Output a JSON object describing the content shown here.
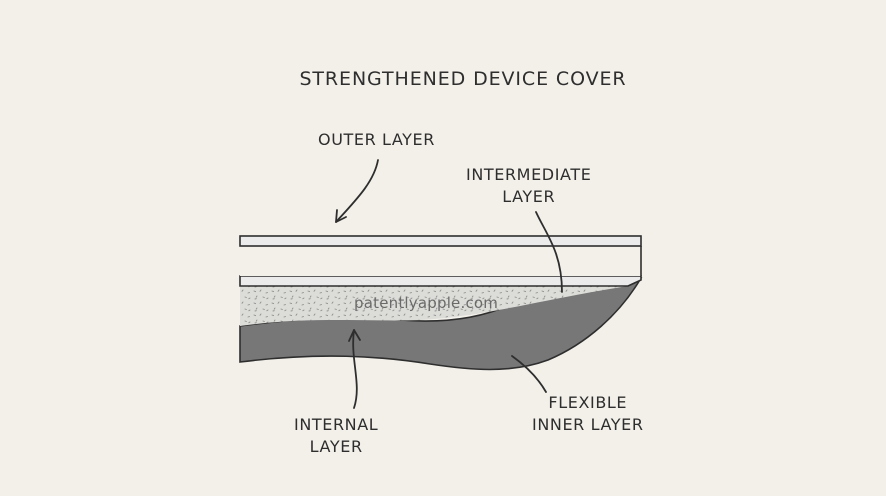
{
  "title": "STRENGTHENED DEVICE COVER",
  "labels": {
    "outer_layer": "OUTER LAYER",
    "intermediate_layer": [
      "INTERMEDIATE",
      "LAYER"
    ],
    "internal_layer": [
      "INTERNAL",
      "LAYER"
    ],
    "flexible_inner_layer": [
      "FLEXIBLE",
      "INNER LAYER"
    ]
  },
  "watermark": "patentlyapple.com",
  "colors": {
    "background": "#f3f0ea",
    "ink": "#2e2e2e",
    "layer_dark": "#777777",
    "layer_light": "#ebebeb",
    "stipple_bg": "#dcdcd8"
  }
}
